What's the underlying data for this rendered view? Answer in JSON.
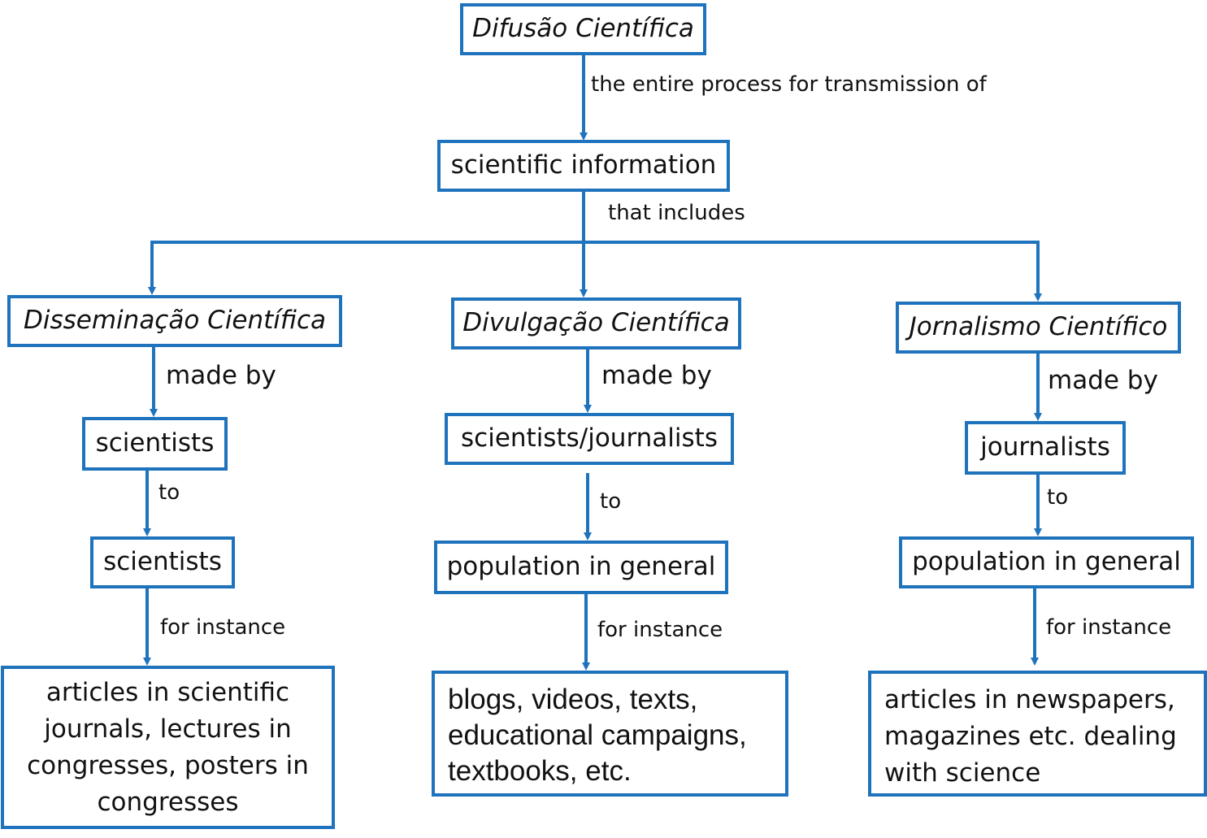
{
  "colors": {
    "accent": "#1f73bd",
    "text": "#111111",
    "background": "#ffffff"
  },
  "nodes": {
    "difusao": "Difusão Científica",
    "sci_info": "scientific information",
    "disseminacao": "Disseminação Científica",
    "divulgacao": "Divulgação Científica",
    "jornalismo": "Jornalismo Científico",
    "scientists_a": "scientists",
    "scientists_journalists": "scientists/journalists",
    "journalists": "journalists",
    "scientists_b": "scientists",
    "population_a": "population in general",
    "population_b": "population in general",
    "examples_a": "articles in scientific journals, lectures in congresses, posters in congresses",
    "examples_b": "blogs, videos, texts, educational campaigns, textbooks, etc.",
    "examples_c": "articles in newspapers, magazines etc. dealing with science"
  },
  "labels": {
    "transmission": "the entire process for transmission of",
    "includes": "that includes",
    "made_by": "made by",
    "to": "to",
    "for_instance": "for instance"
  }
}
